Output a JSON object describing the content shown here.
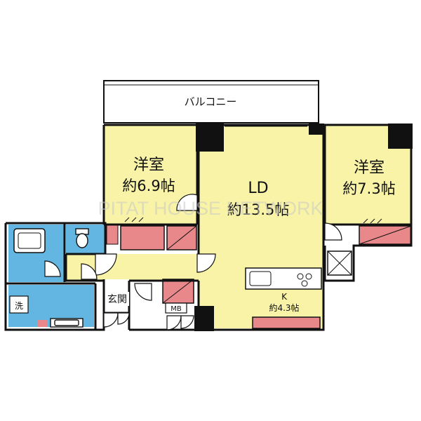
{
  "watermark": "PITAT HOUSE NETWORK",
  "colors": {
    "room_fill": "#f8f3a6",
    "wet_fill": "#63b6e2",
    "storage_fill": "#e9888a",
    "wall": "#111111",
    "paper": "#ffffff"
  },
  "labels": {
    "balcony": "バルコニー",
    "western_room_left": {
      "name": "洋室",
      "size": "約6.9帖"
    },
    "living_dining": {
      "name": "LD",
      "size": "約13.5帖"
    },
    "western_room_right": {
      "name": "洋室",
      "size": "約7.3帖"
    },
    "kitchen": {
      "name": "K",
      "size": "約4.3帖"
    },
    "entrance": "玄関",
    "meter_box": "MB",
    "washer": "洗"
  },
  "icons": [
    "door-swing-icon",
    "toilet-icon",
    "bathtub-icon",
    "sink-icon",
    "stove-icon",
    "shaft-icon",
    "closet-hatch-icon"
  ]
}
